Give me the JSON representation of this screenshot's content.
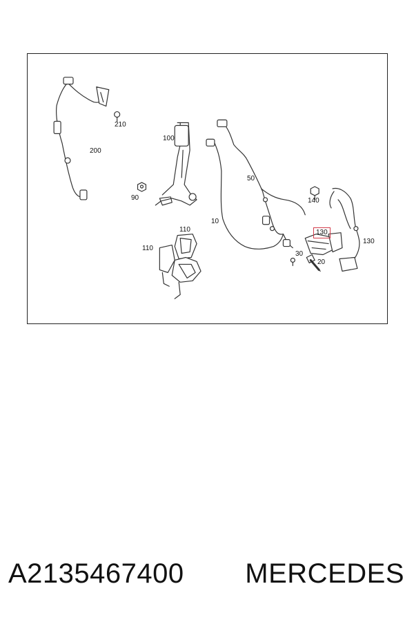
{
  "diagram": {
    "callouts": {
      "c210": "210",
      "c200": "200",
      "c100": "100",
      "c90": "90",
      "c50": "50",
      "c10": "10",
      "c140": "140",
      "c110a": "110",
      "c110b": "110",
      "c130a": "130",
      "c130b": "130",
      "c30": "30",
      "c20": "20"
    },
    "highlight_color": "#d33b4a"
  },
  "caption": {
    "part_number": "A2135467400",
    "brand": "MERCEDES"
  }
}
